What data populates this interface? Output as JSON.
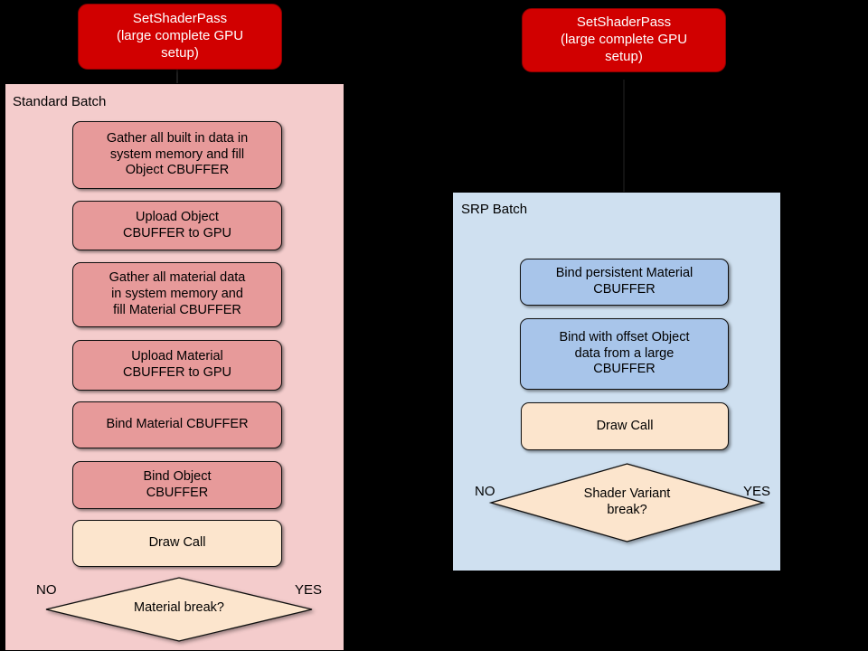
{
  "diagram": {
    "title": "Standard Batch vs SRP Batch draw-call flow",
    "background_color": "#000000",
    "colors": {
      "terminal_red": "#d10000",
      "standard_lane": "#f4cccc",
      "standard_node": "#e79a9a",
      "srp_lane": "#cfe0f0",
      "srp_node": "#a8c5ea",
      "drawcall": "#fce5cd",
      "decision": "#fce5cd",
      "edge": "#000000",
      "text_dark": "#000000",
      "text_light": "#ffffff"
    }
  },
  "left_column": {
    "terminal": {
      "label": "SetShaderPass\n(large complete GPU\nsetup)",
      "lines": [
        "SetShaderPass",
        "(large complete GPU",
        "setup)"
      ]
    },
    "lane_label": "Standard Batch",
    "nodes": [
      {
        "id": "gather-object",
        "lines": [
          "Gather all built in data in",
          "system memory and fill",
          "Object CBUFFER"
        ]
      },
      {
        "id": "upload-object",
        "lines": [
          "Upload Object",
          "CBUFFER to GPU"
        ]
      },
      {
        "id": "gather-material",
        "lines": [
          "Gather all material data",
          "in system memory and",
          "fill Material CBUFFER"
        ]
      },
      {
        "id": "upload-material",
        "lines": [
          "Upload Material",
          "CBUFFER to GPU"
        ]
      },
      {
        "id": "bind-material",
        "lines": [
          "Bind Material CBUFFER"
        ]
      },
      {
        "id": "bind-object",
        "lines": [
          "Bind Object",
          "CBUFFER"
        ]
      },
      {
        "id": "draw-call",
        "lines": [
          "Draw Call"
        ]
      }
    ],
    "decision": {
      "lines": [
        "Material break?"
      ],
      "no_label": "NO",
      "yes_label": "YES"
    }
  },
  "right_column": {
    "terminal": {
      "label": "SetShaderPass\n(large complete GPU\nsetup)",
      "lines": [
        "SetShaderPass",
        "(large complete GPU",
        "setup)"
      ]
    },
    "lane_label": "SRP Batch",
    "nodes": [
      {
        "id": "bind-persistent-material",
        "lines": [
          "Bind persistent Material",
          "CBUFFER"
        ]
      },
      {
        "id": "bind-offset-object",
        "lines": [
          "Bind with offset Object",
          "data from a large",
          "CBUFFER"
        ]
      },
      {
        "id": "draw-call",
        "lines": [
          "Draw Call"
        ]
      }
    ],
    "decision": {
      "lines": [
        "Shader Variant",
        "break?"
      ],
      "no_label": "NO",
      "yes_label": "YES"
    }
  }
}
